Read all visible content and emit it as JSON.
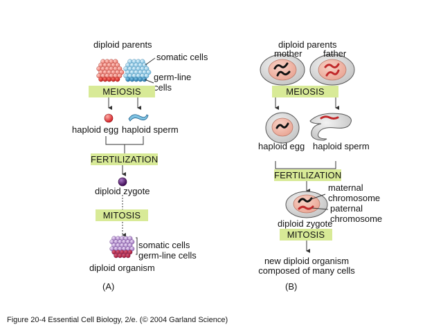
{
  "panel_a": {
    "parents_title": "diploid parents",
    "somatic_cells_label": "somatic cells",
    "germ_line_cells_label": "germ-line cells",
    "meiosis": "MEIOSIS",
    "egg_label": "haploid egg",
    "sperm_label": "haploid sperm",
    "fertilization": "FERTILIZATION",
    "zygote_label": "diploid zygote",
    "mitosis": "MITOSIS",
    "organism_somatic_label": "somatic cells",
    "organism_germ_label": "germ-line cells",
    "organism_label": "diploid organism",
    "panel_letter": "(A)"
  },
  "panel_b": {
    "parents_title": "diploid parents",
    "mother_label": "mother",
    "father_label": "father",
    "meiosis": "MEIOSIS",
    "egg_label": "haploid egg",
    "sperm_label": "haploid sperm",
    "fertilization": "FERTILIZATION",
    "maternal_label": "maternal chromosome",
    "paternal_label": "paternal chromosome",
    "zygote_label": "diploid zygote",
    "mitosis": "MITOSIS",
    "organism_label_line1": "new diploid organism",
    "organism_label_line2": "composed of many cells",
    "panel_letter": "(B)"
  },
  "caption": "Figure 20-4  Essential Cell Biology, 2/e. (© 2004 Garland Science)",
  "colors": {
    "step_bar": "#d8ea97",
    "cell_fill": "#dcdcdc",
    "nucleus_fill": "#f0b9aa",
    "maternal_chromosome": "#111111",
    "paternal_chromosome": "#c0282a",
    "egg_red": "#d8262b",
    "sperm_blue": "#7fc3e3",
    "zygote_purple": "#4b0f63",
    "organism_purple": "#a982c2"
  }
}
